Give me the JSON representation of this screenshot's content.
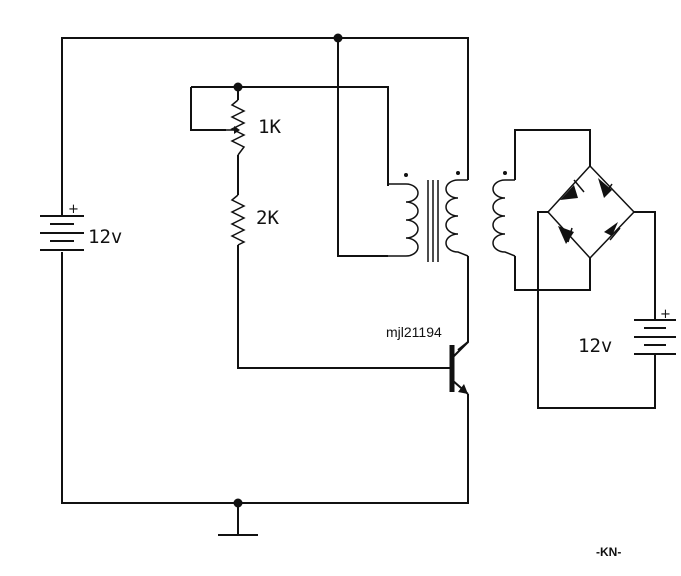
{
  "labels": {
    "battery_left": "12v",
    "battery_right": "12v",
    "pot": "1K",
    "resistor": "2K",
    "transistor": "mjl21194",
    "signature": "-KN-",
    "plus_sign": "+"
  },
  "colors": {
    "ink": "#111111",
    "background": "#ffffff"
  }
}
